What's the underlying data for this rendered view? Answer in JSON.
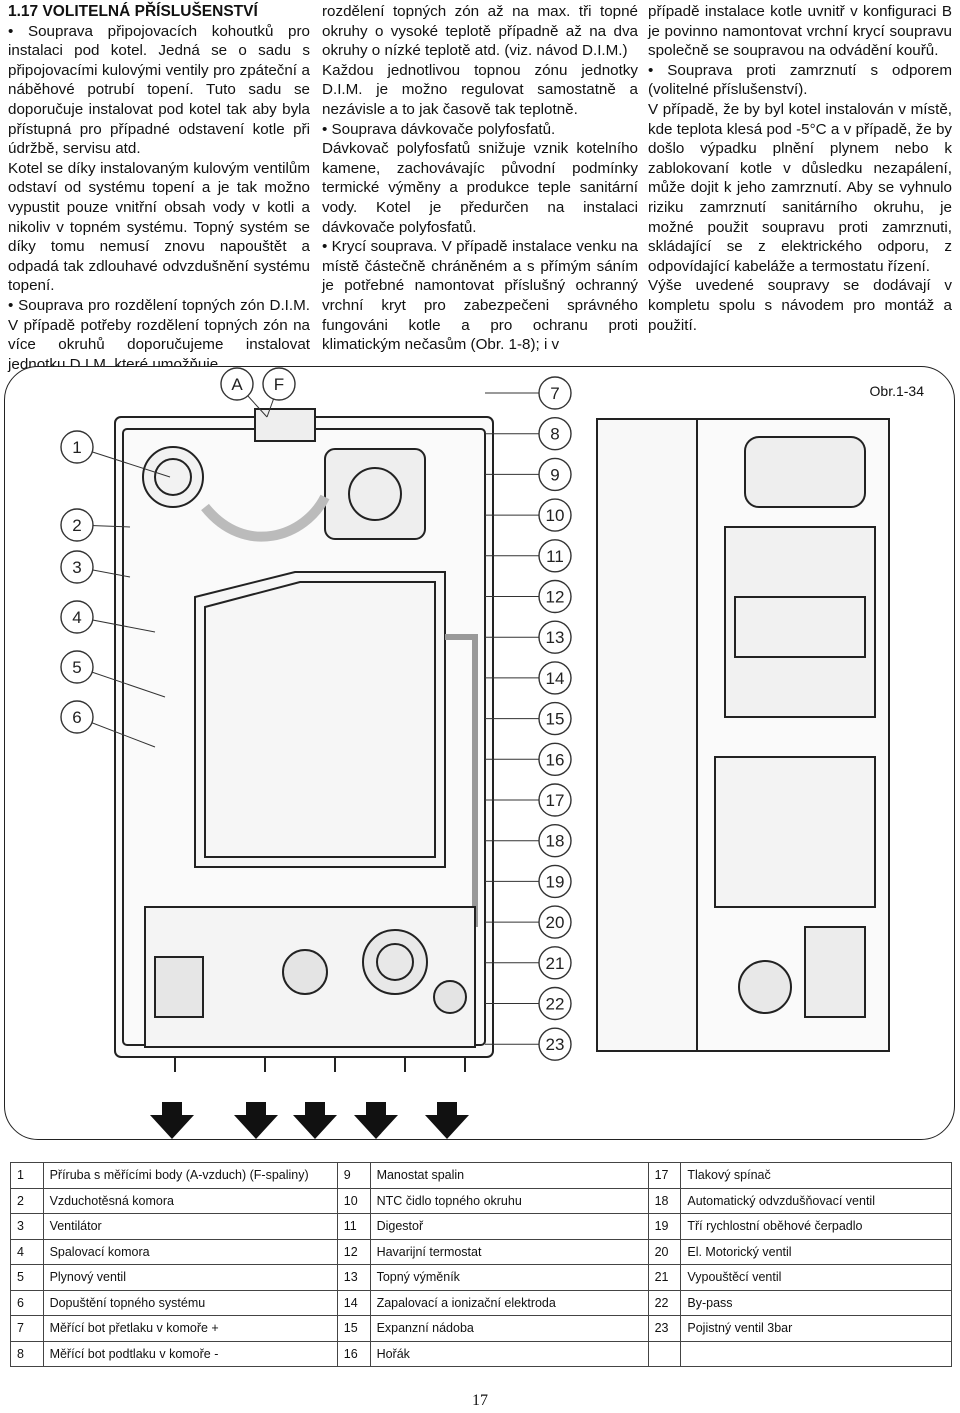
{
  "section": {
    "title": "1.17 VOLITELNÁ PŘÍSLUŠENSTVÍ"
  },
  "columns": {
    "col1": [
      "• Souprava připojovacích kohoutků pro instalaci pod kotel. Jedná se o sadu s připojovacími kulovými ventily pro zpáteční a náběhové potrubí topení. Tuto sadu se doporučuje instalovat pod kotel tak aby byla přístupná pro případné odstavení kotle při údržbě, servisu atd.",
      "Kotel se díky instalovaným kulovým ventilům odstaví od systému topení a je tak možno vypustit pouze vnitřní obsah vody v kotli a nikoliv v topném systému. Topný systém se díky tomu nemusí znovu napouštět a odpadá tak zdlouhavé odvzdušnění systému topení.",
      "• Souprava pro rozdělení topných zón D.I.M. V případě potřeby rozdělení topných zón na více okruhů doporučujeme instalovat jednotku D.I.M. které umožňuje"
    ],
    "col2": [
      "rozdělení topných zón až na max. tři topné okruhy o vysoké teplotě případně až na dva okruhy o nízké teplotě atd. (viz. návod D.I.M.)",
      "Každou jednotlivou topnou zónu jednotky D.I.M. je možno regulovat samostatně a nezávisle a to jak časově tak teplotně.",
      "• Souprava dávkovače polyfosfatů.",
      "Dávkovač polyfosfatů snižuje vznik kotelního kamene, zachovávajíc původní podmínky termické výměny a produkce teple sanitární vody. Kotel je předurčen na instalaci dávkovače polyfosfatů.",
      "• Krycí souprava. V případě instalace venku na místě částečně chráněném a s přímým sáním je potřebné namontovat příslušný ochranný vrchní kryt pro zabezpečeni správného fungováni kotle a pro ochranu proti klimatickým nečasům (Obr. 1-8); i v"
    ],
    "col3": [
      "případě instalace kotle uvnitř v konfiguraci B je povinno namontovat vrchní krycí soupravu společně se soupravou na odvádění kouřů.",
      "• Souprava proti zamrznutí s odporem (volitelné příslušenství).",
      "V případě, že by byl kotel instalován v místě, kde teplota klesá pod -5°C a v případě, že by došlo výpadku plnění plynem nebo k zablokovaní kotle v důsledku nezapálení, může dojit k jeho zamrznutí. Aby se vyhnulo riziku zamrznutí sanitárního okruhu, je možné použit soupravu proti zamrznuti, skládající se z elektrického odporu, z odpovídající kabeláže a termostatu řízení.",
      "Výše uvedené soupravy se dodávají v kompletu spolu s návodem pro montáž a použití."
    ]
  },
  "figure": {
    "label": "Obr.1-34",
    "letters": [
      "A",
      "F"
    ],
    "left_callouts": [
      "1",
      "2",
      "3",
      "4",
      "5",
      "6"
    ],
    "right_callouts": [
      "7",
      "8",
      "9",
      "10",
      "11",
      "12",
      "13",
      "14",
      "15",
      "16",
      "17",
      "18",
      "19",
      "20",
      "21",
      "22",
      "23"
    ]
  },
  "parts_table": {
    "rows": [
      [
        {
          "n": "1",
          "t": "Příruba s měřícími body (A-vzduch) (F-spaliny)"
        },
        {
          "n": "9",
          "t": "Manostat spalin"
        },
        {
          "n": "17",
          "t": "Tlakový spínač"
        }
      ],
      [
        {
          "n": "2",
          "t": "Vzduchotěsná komora"
        },
        {
          "n": "10",
          "t": "NTC čidlo topného okruhu"
        },
        {
          "n": "18",
          "t": "Automatický odvzdušňovací ventil"
        }
      ],
      [
        {
          "n": "3",
          "t": "Ventilátor"
        },
        {
          "n": "11",
          "t": "Digestoř"
        },
        {
          "n": "19",
          "t": "Tří rychlostní oběhové čerpadlo"
        }
      ],
      [
        {
          "n": "4",
          "t": "Spalovací komora"
        },
        {
          "n": "12",
          "t": "Havarijní termostat"
        },
        {
          "n": "20",
          "t": "El. Motorický ventil"
        }
      ],
      [
        {
          "n": "5",
          "t": "Plynový ventil"
        },
        {
          "n": "13",
          "t": "Topný výměník"
        },
        {
          "n": "21",
          "t": "Vypouštěcí ventil"
        }
      ],
      [
        {
          "n": "6",
          "t": "Dopuštění topného systému"
        },
        {
          "n": "14",
          "t": "Zapalovací a ionizační elektroda"
        },
        {
          "n": "22",
          "t": "By-pass"
        }
      ],
      [
        {
          "n": "7",
          "t": "Měřící bot přetlaku v komoře +"
        },
        {
          "n": "15",
          "t": "Expanzní nádoba"
        },
        {
          "n": "23",
          "t": "Pojistný ventil 3bar"
        }
      ],
      [
        {
          "n": "8",
          "t": "Měřící bot podtlaku v komoře -"
        },
        {
          "n": "16",
          "t": "Hořák"
        },
        {
          "n": "",
          "t": ""
        }
      ]
    ]
  },
  "page_number": "17"
}
